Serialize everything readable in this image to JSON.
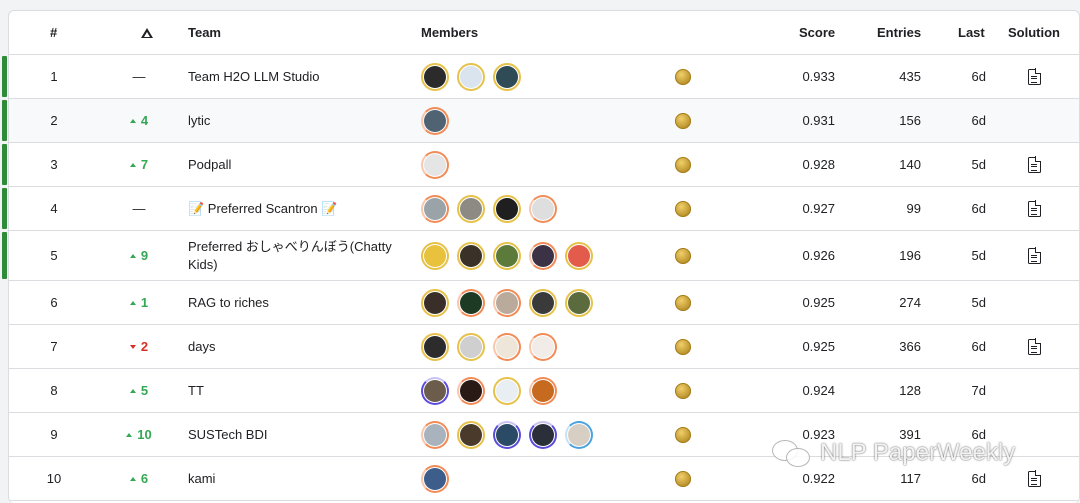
{
  "colors": {
    "up": "#34a853",
    "down": "#d93025",
    "stripe": "#2e8b3a",
    "medal": "#c9a23a"
  },
  "header": {
    "rank": "#",
    "delta_icon": "delta-triangle-icon",
    "team": "Team",
    "members": "Members",
    "score": "Score",
    "entries": "Entries",
    "last": "Last",
    "solution": "Solution"
  },
  "rows": [
    {
      "rank": "1",
      "delta": "—",
      "team": "Team H2O LLM Studio",
      "score": "0.933",
      "entries": "435",
      "last": "6d",
      "avatars": [
        {
          "ring": "gold",
          "bg": "#2b2b2b"
        },
        {
          "ring": "gold",
          "bg": "#d9e4ee"
        },
        {
          "ring": "gold",
          "bg": "#2f4b55"
        }
      ]
    },
    {
      "rank": "2",
      "delta": "4",
      "team": "lytic",
      "score": "0.931",
      "entries": "156",
      "last": "6d",
      "avatars": [
        {
          "ring": "orange",
          "bg": "#4f6373"
        }
      ]
    },
    {
      "rank": "3",
      "delta": "7",
      "team": "Podpall",
      "score": "0.928",
      "entries": "140",
      "last": "5d",
      "avatars": [
        {
          "ring": "orange",
          "bg": "#e5e5e5"
        }
      ]
    },
    {
      "rank": "4",
      "delta": "—",
      "team": "📝 Preferred Scantron 📝",
      "score": "0.927",
      "entries": "99",
      "last": "6d",
      "avatars": [
        {
          "ring": "orange",
          "bg": "#9aa3a8"
        },
        {
          "ring": "gold",
          "bg": "#8d8a84"
        },
        {
          "ring": "gold",
          "bg": "#1f1f1f"
        },
        {
          "ring": "orange",
          "bg": "#dedede"
        }
      ]
    },
    {
      "rank": "5",
      "delta": "9",
      "team": "Preferred おしゃべりんぼう(Chatty Kids)",
      "score": "0.926",
      "entries": "196",
      "last": "5d",
      "avatars": [
        {
          "ring": "gold",
          "bg": "#e8c23c"
        },
        {
          "ring": "gold",
          "bg": "#3a3228"
        },
        {
          "ring": "gold",
          "bg": "#5c7a3a"
        },
        {
          "ring": "orange",
          "bg": "#3b3345"
        },
        {
          "ring": "gold",
          "bg": "#e35b4b"
        }
      ]
    },
    {
      "rank": "6",
      "delta": "1",
      "team": "RAG to riches",
      "score": "0.925",
      "entries": "274",
      "last": "5d",
      "avatars": [
        {
          "ring": "gold",
          "bg": "#3a2f28"
        },
        {
          "ring": "orange",
          "bg": "#1d3b24"
        },
        {
          "ring": "orange",
          "bg": "#b9aa9c"
        },
        {
          "ring": "gold",
          "bg": "#3a3a3a"
        },
        {
          "ring": "gold",
          "bg": "#5b6b3e"
        }
      ]
    },
    {
      "rank": "7",
      "delta": "2",
      "team": "days",
      "score": "0.925",
      "entries": "366",
      "last": "6d",
      "avatars": [
        {
          "ring": "gold",
          "bg": "#2c2c2c"
        },
        {
          "ring": "gold",
          "bg": "#cfcfcf"
        },
        {
          "ring": "orange",
          "bg": "#efe6da"
        },
        {
          "ring": "orange",
          "bg": "#f1ece8"
        }
      ]
    },
    {
      "rank": "8",
      "delta": "5",
      "team": "TT",
      "score": "0.924",
      "entries": "128",
      "last": "7d",
      "avatars": [
        {
          "ring": "purple",
          "bg": "#6b5c4c"
        },
        {
          "ring": "orange",
          "bg": "#2a1a16"
        },
        {
          "ring": "gold",
          "bg": "#e8eef2"
        },
        {
          "ring": "orange",
          "bg": "#c56a1e"
        }
      ]
    },
    {
      "rank": "9",
      "delta": "10",
      "team": "SUSTech BDI",
      "score": "0.923",
      "entries": "391",
      "last": "6d",
      "avatars": [
        {
          "ring": "orange",
          "bg": "#a8b3bd"
        },
        {
          "ring": "gold",
          "bg": "#4a3a2c"
        },
        {
          "ring": "purple",
          "bg": "#2a4a66"
        },
        {
          "ring": "purple",
          "bg": "#2a2f3a"
        },
        {
          "ring": "blue",
          "bg": "#d8cfc4"
        }
      ]
    },
    {
      "rank": "10",
      "delta": "6",
      "team": "kami",
      "score": "0.922",
      "entries": "117",
      "last": "6d",
      "avatars": [
        {
          "ring": "orange",
          "bg": "#3d5d8a"
        }
      ]
    }
  ],
  "watermark": {
    "icon": "wechat-icon",
    "text": "NLP PaperWeekly"
  }
}
